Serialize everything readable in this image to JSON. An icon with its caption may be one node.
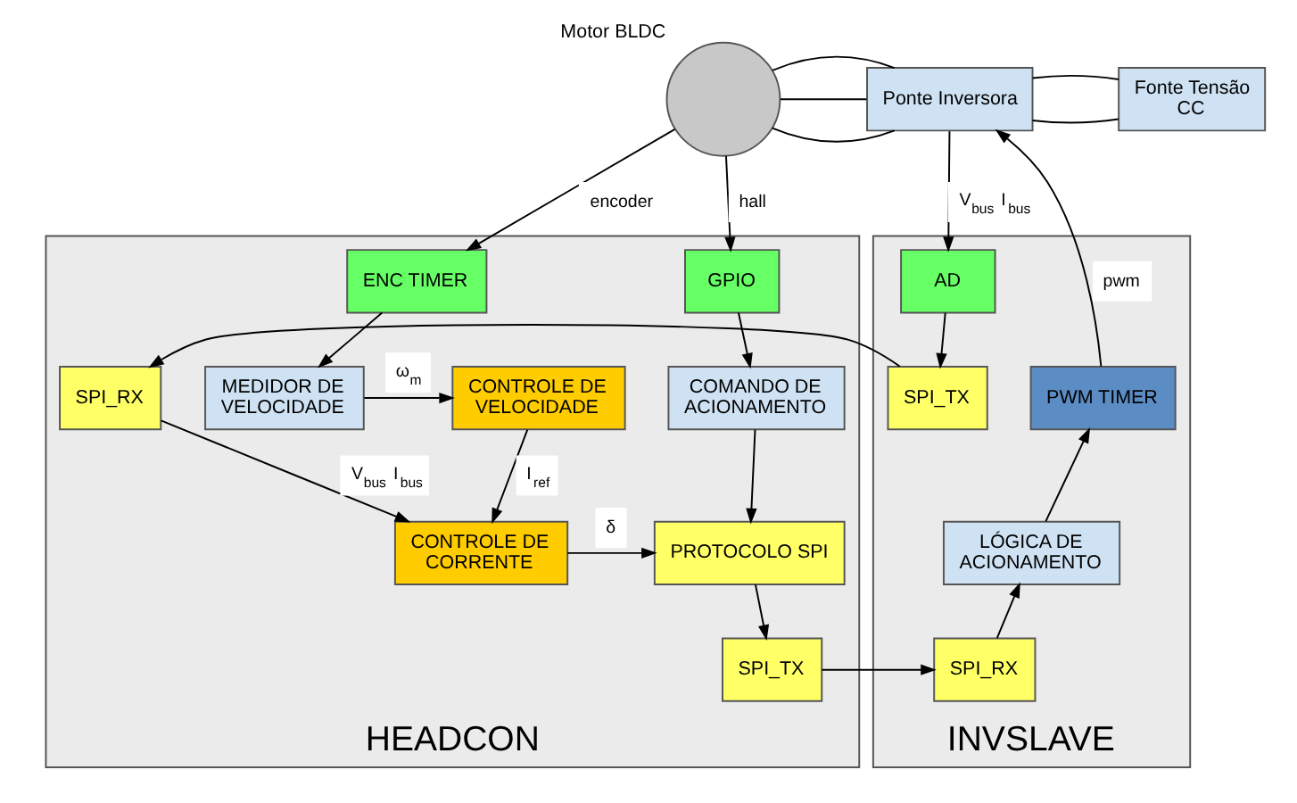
{
  "diagram": {
    "nodes": [
      {
        "text": [
          "Motor BLDC"
        ]
      },
      {
        "text": [
          "Ponte Inversora"
        ]
      },
      {
        "text": [
          "Fonte Tensão CC"
        ]
      },
      {
        "text": [
          "HEADCON"
        ]
      },
      {
        "text": [
          "ENC TIMER"
        ],
        "in": 3
      },
      {
        "text": [
          "GPIO"
        ],
        "in": 3
      },
      {
        "text": [
          "CONTROLE DE VELOCIDADE"
        ],
        "in": 3
      },
      {
        "text": [
          "MEDIDOR DE VELOCIDADE"
        ],
        "in": 3
      },
      {
        "text": [
          "COMANDO DE ACIONAMENTO"
        ],
        "in": 3
      },
      {
        "text": [
          "CONTROLE DE CORRENTE"
        ],
        "in": 3
      },
      {
        "text": [
          "PROTOCOLO SPI"
        ],
        "in": 3
      },
      {
        "text": [
          "SPI_TX"
        ],
        "in": 3
      },
      {
        "text": [
          "SPI_RX"
        ],
        "in": 3
      },
      {
        "text": [
          "INVSLAVE"
        ]
      },
      {
        "text": [
          "PWM TIMER"
        ],
        "in": 13
      },
      {
        "text": [
          "AD"
        ],
        "in": 13
      },
      {
        "text": [
          "LÓGICA DE ACIONAMENTO"
        ],
        "in": 13
      },
      {
        "text": [
          "SPI_RX"
        ],
        "in": 13
      },
      {
        "text": [
          "SPI_TX"
        ],
        "in": 13
      }
    ],
    "edges": [
      {
        "from": 0,
        "to": 4,
        "arrow": "to",
        "label": "encoder"
      },
      {
        "from": 0,
        "to": 5,
        "arrow": "to",
        "label": "hall"
      },
      {
        "from": 0,
        "to": 1,
        "arrow": "none"
      },
      {
        "from": 0,
        "to": 1,
        "arrow": "none"
      },
      {
        "from": 0,
        "to": 1,
        "arrow": "none"
      },
      {
        "from": 1,
        "to": 2,
        "arrow": "none"
      },
      {
        "from": 1,
        "to": 2,
        "arrow": "none"
      },
      {
        "from": 1,
        "to": 15,
        "arrow": "to",
        "label": "V$_{bus}$ I$_{bus}$"
      },
      {
        "from": 14,
        "to": 1,
        "arrow": "to",
        "label": "pwm"
      },
      {
        "from": 4,
        "to": 7,
        "arrow": "to"
      },
      {
        "from": 5,
        "to": 8,
        "arrow": "to"
      },
      {
        "from": 7,
        "to": 6,
        "arrow": "to",
        "label": "ω$_{m}$"
      },
      {
        "from": 6,
        "to": 9,
        "arrow": "to",
        "label": "I$_{ref}$"
      },
      {
        "from": 9,
        "to": 10,
        "arrow": "to",
        "label": "δ"
      },
      {
        "from": 8,
        "to": 10,
        "arrow": "to"
      },
      {
        "from": 10,
        "to": 11,
        "arrow": "to"
      },
      {
        "from": 11,
        "to": 17,
        "arrow": "to"
      },
      {
        "from": 17,
        "to": 16,
        "arrow": "to"
      },
      {
        "from": 16,
        "to": 14,
        "arrow": "to"
      },
      {
        "from": 15,
        "to": 18,
        "arrow": "to"
      },
      {
        "from": 18,
        "to": 12,
        "arrow": "to"
      },
      {
        "from": 12,
        "to": 9,
        "arrow": "to",
        "label": "V$_{bus}$ I$_{bus}$"
      }
    ]
  }
}
